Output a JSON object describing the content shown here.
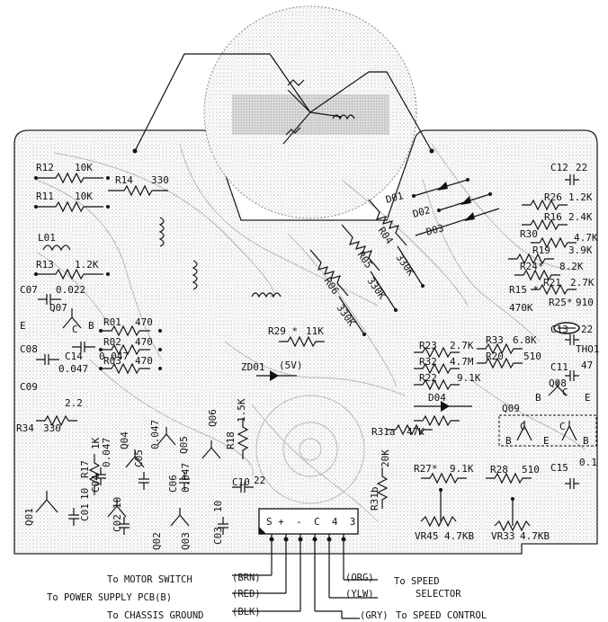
{
  "components": {
    "R12": "R12",
    "R12_val": "10K",
    "R11": "R11",
    "R11_val": "10K",
    "R14": "R14",
    "R14_val": "330",
    "L01": "L01",
    "R13": "R13",
    "R13_val": "1.2K",
    "C07": "C07",
    "C07_val": "0.022",
    "Q07": "Q07",
    "C14": "C14",
    "C14_val": "0.047",
    "C08": "C08",
    "C08_val": "0.047",
    "C09": "C09",
    "C09_val": "2.2",
    "R34": "R34",
    "R34_val": "330",
    "R01": "R01",
    "R01_val": "470",
    "R02": "R02",
    "R02_val": "470",
    "R03": "R03",
    "R03_val": "470",
    "R29": "R29 *",
    "R29_val": "11K",
    "ZD01": "ZD01",
    "ZD01_val": "(5V)",
    "R18": "R18",
    "R18_val": "1.5K",
    "R17": "R17",
    "R17_val": "1K",
    "C04": "C04",
    "C04_val": "0.047",
    "Q04": "Q04",
    "C05": "C05",
    "C05_val": "0.047",
    "Q05": "Q05",
    "C06": "C06",
    "C06_val": "0.047",
    "Q06": "Q06",
    "C10": "C10",
    "C10_val": "22",
    "Q01": "Q01",
    "C01": "C01",
    "C01_val": "10",
    "C02": "C02",
    "C02_val": "10",
    "Q02": "Q02",
    "Q03": "Q03",
    "C03": "C03",
    "C03_val": "10",
    "R06": "R06",
    "R06_val": "330K",
    "R05": "R05",
    "R05_val": "330K",
    "R04": "R04",
    "R04_val": "330K",
    "D01": "D01",
    "D02": "D02",
    "D03": "D03",
    "C12": "C12",
    "C12_val": "22",
    "R26": "R26",
    "R26_val": "1.2K",
    "R16": "R16",
    "R16_val": "2.4K",
    "R30": "R30",
    "R30_val": "4.7K",
    "R19": "R19",
    "R19_val": "3.9K",
    "R24": "R24*",
    "R24_val": "8.2K",
    "R21": "R21",
    "R21_val": "2.7K",
    "R15": "R15 *",
    "R15_val": "470K",
    "R25": "R25*",
    "R25_val": "910",
    "C13": "C13",
    "C13_val": "22",
    "THO1": "THO1",
    "R33": "R33",
    "R33_val": "6.8K",
    "R20": "R20",
    "R20_val": "510",
    "C11": "C11",
    "C11_val": "47",
    "R23": "R23",
    "R23_val": "2.7K",
    "R32": "R32",
    "R32_val": "4.7M",
    "R22": "R22",
    "R22_val": "9.1K",
    "Q08": "Q08",
    "Q09": "Q09",
    "R31a": "R31a",
    "R31a_val": "47K",
    "D04": "D04",
    "R31b": "R31b",
    "R31b_val": "20K",
    "R27": "R27*",
    "R27_val": "9.1K",
    "R28": "R28",
    "R28_val": "510",
    "C15": "C15",
    "C15_val": "0.1",
    "VR45": "VR45",
    "VR45_val": "4.7KB",
    "VR33": "VR33",
    "VR33_val": "4.7KB"
  },
  "pins": {
    "e": "E",
    "c": "C",
    "b": "B",
    "connector_pins": "S +  -  C  4  3"
  },
  "legend": {
    "motor_switch": "To MOTOR SWITCH",
    "brn": "(BRN)",
    "power_supply": "To POWER SUPPLY PCB(B)",
    "red": "(RED)",
    "chassis": "To CHASSIS GROUND",
    "blk": "(BLK)",
    "org": "(ORG)",
    "speed_selector_1": "To SPEED",
    "speed_selector_2": "SELECTOR",
    "ylw": "(YLW)",
    "gry": "(GRY)",
    "speed_control": "To SPEED CONTROL"
  }
}
